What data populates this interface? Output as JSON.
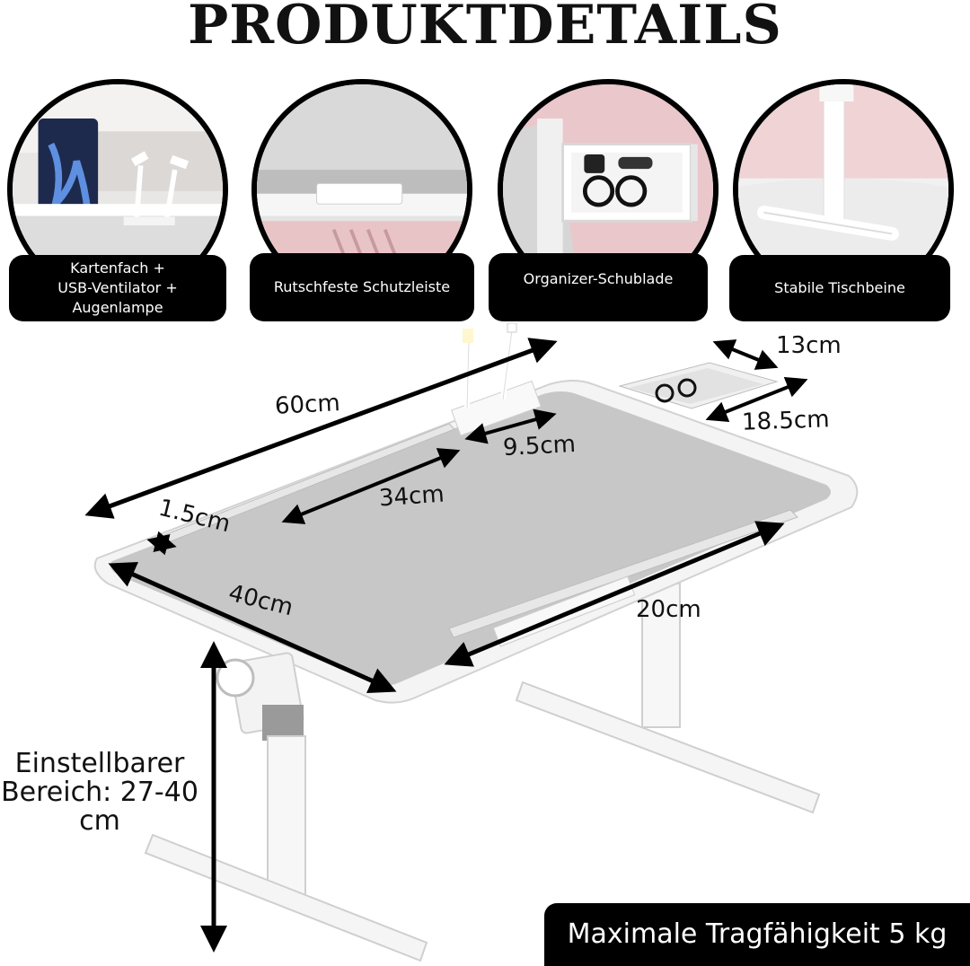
{
  "title": "PRODUKTDETAILS",
  "features": [
    {
      "label": "Kartenfach +\nUSB-Ventilator +\nAugenlampe"
    },
    {
      "label": "Rutschfeste Schutzleiste"
    },
    {
      "label": "Organizer-Schublade"
    },
    {
      "label": "Stabile Tischbeine"
    }
  ],
  "dimensions": {
    "width": "60cm",
    "drawer_depth": "13cm",
    "drawer_width": "18.5cm",
    "slot_width": "9.5cm",
    "slot_length": "34cm",
    "slot_depth": "1.5cm",
    "depth": "40cm",
    "rail_length": "20cm"
  },
  "adjustable_range": "Einstellbarer\nBereich: 27-40\ncm",
  "max_load": "Maximale Tragfähigkeit 5 kg",
  "colors": {
    "accent": "#000000",
    "surface": "#c7c7c7",
    "frame": "#f4f4f4"
  }
}
